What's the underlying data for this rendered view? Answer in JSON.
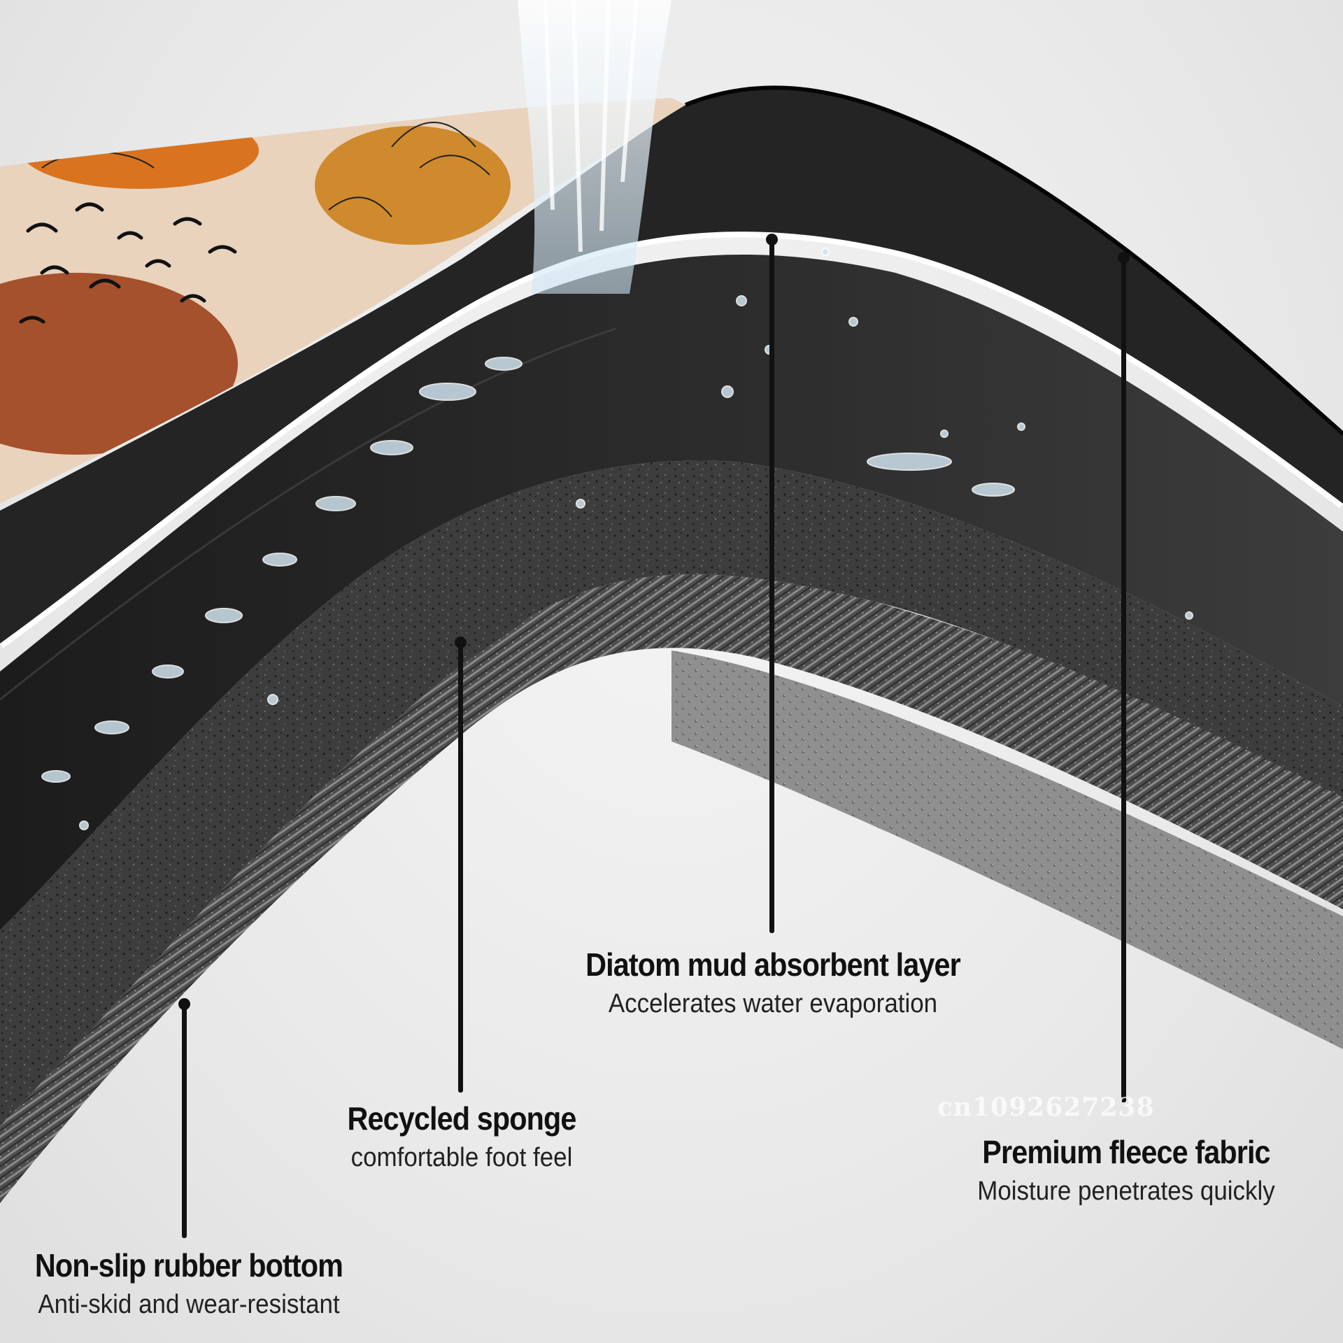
{
  "layers": [
    {
      "key": "diatom",
      "title": "Diatom mud absorbent layer",
      "subtitle": "Accelerates water evaporation"
    },
    {
      "key": "sponge",
      "title": "Recycled sponge",
      "subtitle": "comfortable foot feel"
    },
    {
      "key": "fleece",
      "title": "Premium fleece fabric",
      "subtitle": "Moisture penetrates quickly"
    },
    {
      "key": "rubber",
      "title": "Non-slip rubber bottom",
      "subtitle": "Anti-skid and wear-resistant"
    }
  ],
  "watermark": "cn1092627238",
  "colors": {
    "background": "#eeeeee",
    "text": "#111111",
    "fabric_base": "#e9d3bd",
    "orange": "#d9731f",
    "amber": "#cf8a2e",
    "brown": "#a5512c",
    "diatom": "#2b2b2b",
    "sponge": "#3b3b3b",
    "rubber": "#555555"
  }
}
